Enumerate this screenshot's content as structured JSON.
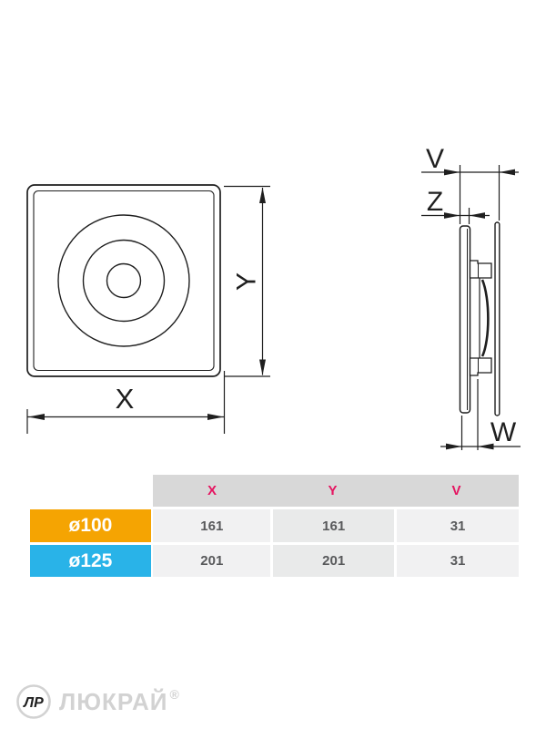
{
  "drawing": {
    "front_view": {
      "width_label": "X",
      "height_label": "Y"
    },
    "side_view": {
      "total_depth_label": "V",
      "panel_gap_label": "Z",
      "rear_depth_label": "W"
    }
  },
  "spec_table": {
    "columns": [
      "X",
      "Y",
      "V"
    ],
    "header_text_color": "#E51460",
    "rows": [
      {
        "label": "ø100",
        "color": "#F5A402",
        "values": [
          "161",
          "161",
          "31"
        ]
      },
      {
        "label": "ø125",
        "color": "#29B3E8",
        "values": [
          "201",
          "201",
          "31"
        ]
      }
    ]
  },
  "logo": {
    "monogram": "ЛР",
    "brand": "ЛЮКРАЙ",
    "registered": "®"
  }
}
